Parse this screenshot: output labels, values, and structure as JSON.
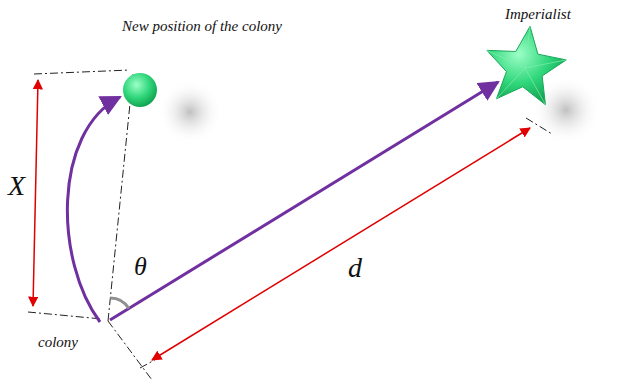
{
  "diagram": {
    "nodes": [
      {
        "text": [
          "New position of the colony"
        ]
      },
      {
        "text": [
          "Imperialist"
        ]
      }
    ],
    "labels": [
      "X",
      "θ",
      "d",
      "colony"
    ]
  }
}
